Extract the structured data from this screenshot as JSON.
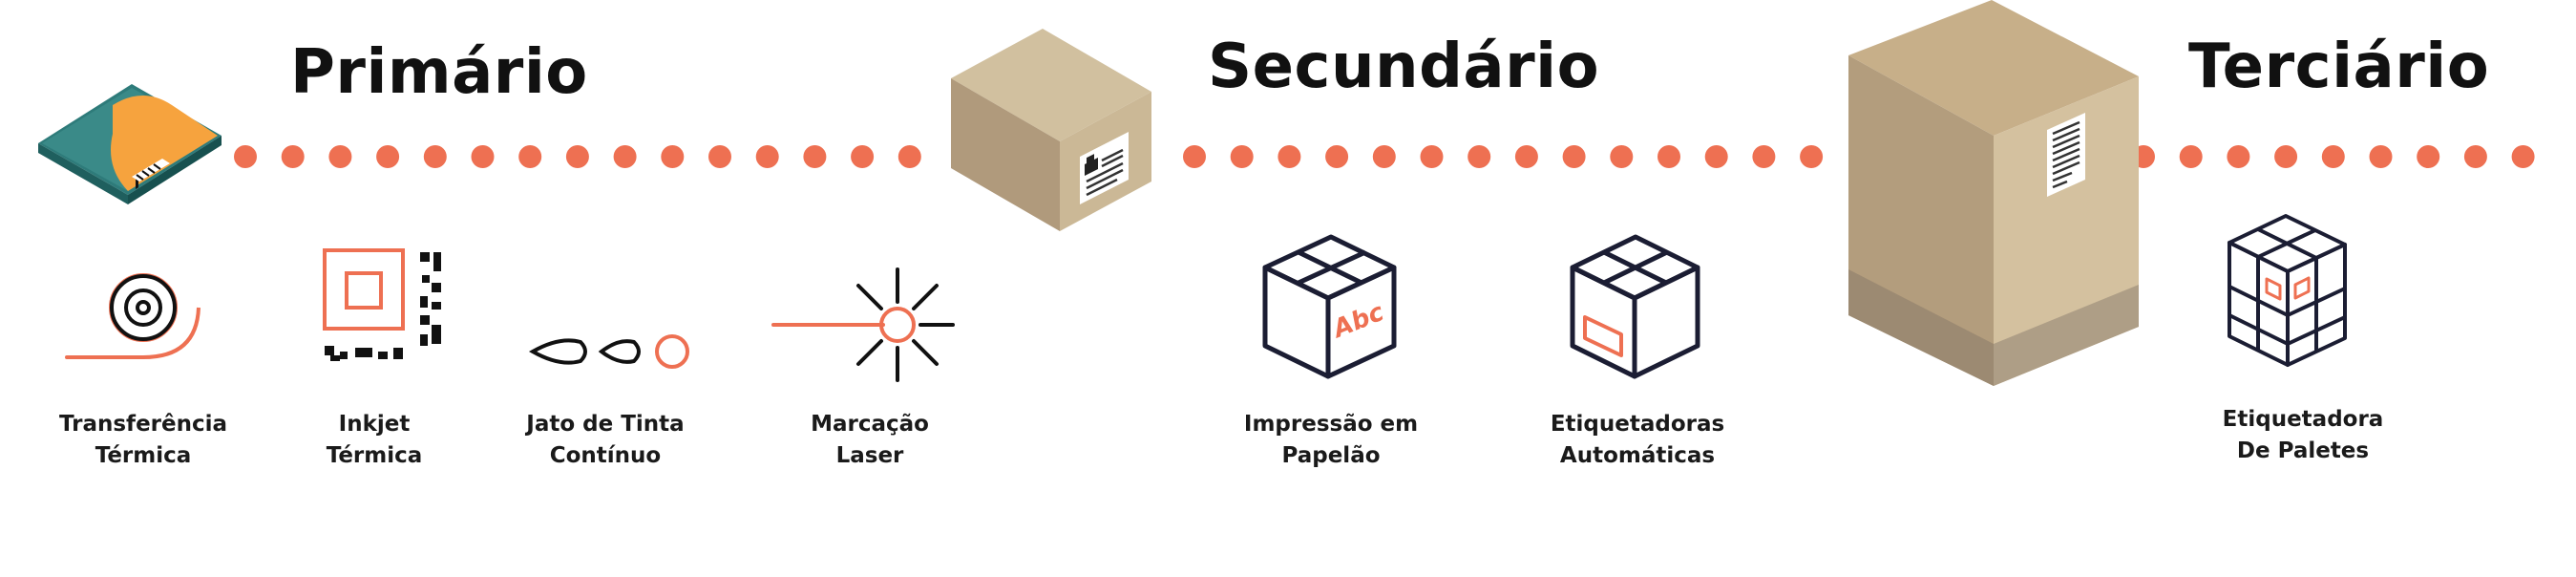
{
  "headings": {
    "primary": "Primário",
    "secondary": "Secundário",
    "tertiary": "Terciário"
  },
  "items": [
    {
      "line1": "Transferência",
      "line2": "Térmica",
      "icon": "thermal-transfer-ribbon-icon"
    },
    {
      "line1": "Inkjet",
      "line2": "Térmica",
      "icon": "thermal-inkjet-code-icon"
    },
    {
      "line1": "Jato de Tinta",
      "line2": "Contínuo",
      "icon": "ink-drops-icon"
    },
    {
      "line1": "Marcação",
      "line2": "Laser",
      "icon": "laser-beam-icon"
    },
    {
      "line1": "Impressão em",
      "line2": "Papelão",
      "icon": "printed-box-icon"
    },
    {
      "line1": "Etiquetadoras",
      "line2": "Automáticas",
      "icon": "labelled-box-icon"
    },
    {
      "line1": "Etiquetadora",
      "line2": "De Paletes",
      "icon": "pallet-stack-icon"
    }
  ],
  "box_icon_text": "Abc",
  "colors": {
    "accent": "#EE7052",
    "ink": "#1B1D33",
    "cardboard_light": "#D1C09F",
    "cardboard_side": "#B3A084",
    "teal": "#2E7B7A",
    "orange": "#F6A33E"
  }
}
